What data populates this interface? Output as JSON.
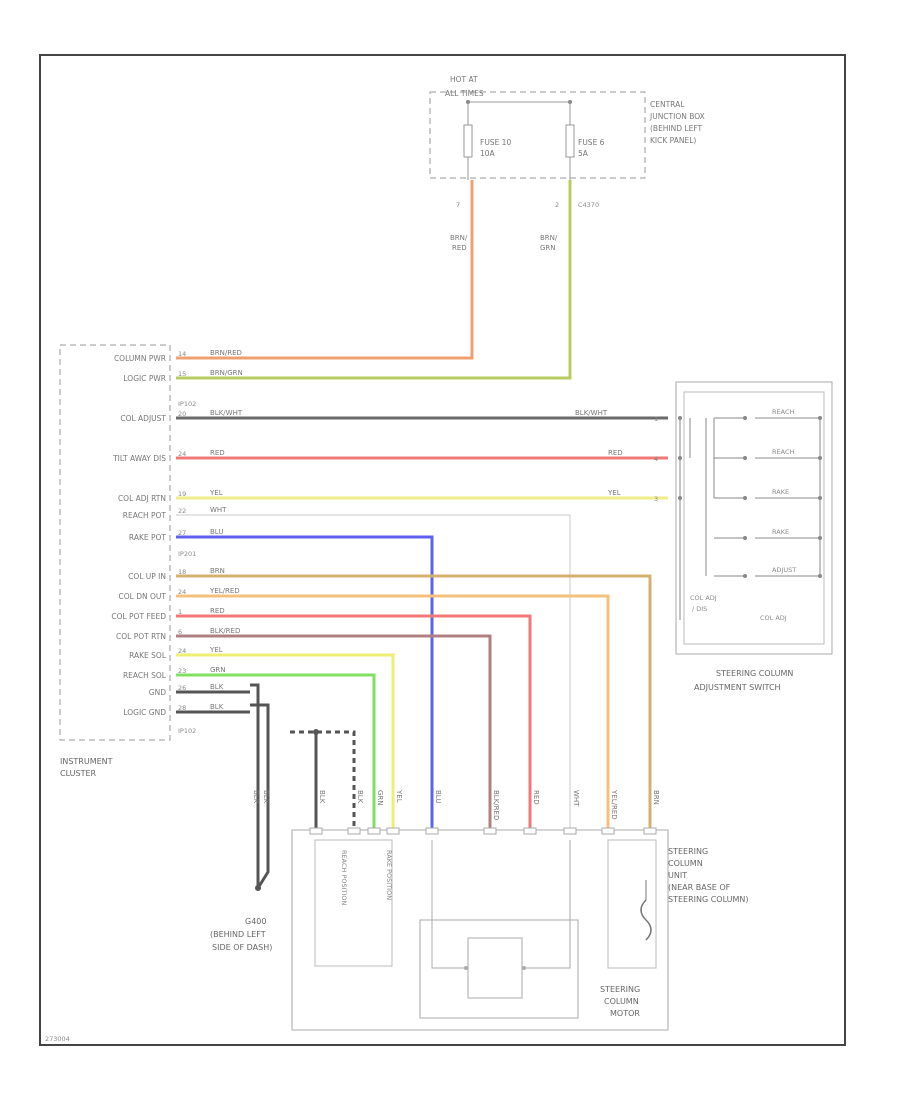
{
  "junction_box": {
    "hot_label": [
      "HOT AT",
      "ALL TIMES"
    ],
    "name": [
      "CENTRAL",
      "JUNCTION BOX",
      "(BEHIND LEFT",
      "KICK PANEL)"
    ],
    "fuse_a": [
      "FUSE 10",
      "10A"
    ],
    "fuse_b": [
      "FUSE 6",
      "5A"
    ],
    "pin_a": "7",
    "pin_b": "2",
    "conn_b": "C4370"
  },
  "supply_wires": [
    {
      "label": [
        "BRN/",
        "RED"
      ],
      "color": "#f0a070"
    },
    {
      "label": [
        "BRN/",
        "GRN"
      ],
      "color": "#b8cc60"
    }
  ],
  "cluster": {
    "name": [
      "INSTRUMENT",
      "CLUSTER"
    ],
    "conn_a": "IP102",
    "conn_b": "IP201",
    "conn_c": "IP102"
  },
  "circuits": [
    {
      "name": "COLUMN PWR",
      "pin": "14",
      "wire": "BRN/RED",
      "color": "#f0a070"
    },
    {
      "name": "LOGIC PWR",
      "pin": "15",
      "wire": "BRN/GRN",
      "color": "#b8cc60"
    },
    {
      "name": "COL ADJUST",
      "pin": "20",
      "wire": "BLK/WHT",
      "color": "#6a6a6a"
    },
    {
      "name": "TILT AWAY DIS",
      "pin": "24",
      "wire": "RED",
      "color": "#f07878"
    },
    {
      "name": "COL ADJ RTN",
      "pin": "19",
      "wire": "YEL",
      "color": "#eeee88"
    },
    {
      "name": "REACH POT",
      "pin": "22",
      "wire": "WHT",
      "color": "#c8c8c8"
    },
    {
      "name": "RAKE POT",
      "pin": "27",
      "wire": "BLU",
      "color": "#6060f0"
    },
    {
      "name": "COL UP IN",
      "pin": "18",
      "wire": "BRN",
      "color": "#d4b070"
    },
    {
      "name": "COL DN OUT",
      "pin": "24",
      "wire": "YEL/RED",
      "color": "#f4c07a"
    },
    {
      "name": "COL POT FEED",
      "pin": "1",
      "wire": "RED",
      "color": "#f07878"
    },
    {
      "name": "COL POT RTN",
      "pin": "6",
      "wire": "BLK/RED",
      "color": "#b08080"
    },
    {
      "name": "RAKE SOL",
      "pin": "24",
      "wire": "YEL",
      "color": "#eeee70"
    },
    {
      "name": "REACH SOL",
      "pin": "23",
      "wire": "GRN",
      "color": "#80e060"
    },
    {
      "name": "GND",
      "pin": "26",
      "wire": "BLK",
      "color": "#555555"
    },
    {
      "name": "LOGIC GND",
      "pin": "28",
      "wire": "BLK",
      "color": "#555555"
    }
  ],
  "switch": {
    "name": [
      "STEERING COLUMN",
      "ADJUSTMENT SWITCH"
    ],
    "contacts": [
      "REACH",
      "REACH",
      "RAKE",
      "RAKE",
      "ADJUST"
    ],
    "mode_label": [
      "COL ADJ",
      "/ DIS"
    ],
    "adj_label": "COL ADJ",
    "pins": [
      "1",
      "4",
      "3"
    ]
  },
  "column_unit": {
    "name": [
      "STEERING",
      "COLUMN",
      "UNIT",
      "(NEAR BASE OF",
      "STEERING COLUMN)"
    ],
    "motor": [
      "STEERING",
      "COLUMN",
      "MOTOR"
    ],
    "sensor_a": "REACH POSITION",
    "sensor_b": "RAKE POSITION",
    "drop_labels": [
      "BLK",
      "BLK",
      "BLK",
      "GRN",
      "YEL",
      "BLU",
      "BLK/RED",
      "RED",
      "WHT",
      "YEL/RED",
      "BRN"
    ]
  },
  "ground": {
    "label": [
      "G400",
      "(BEHIND LEFT",
      "SIDE OF DASH)"
    ],
    "wire_a": "BLK",
    "wire_b": "BLK"
  },
  "diagram_id": "273004"
}
